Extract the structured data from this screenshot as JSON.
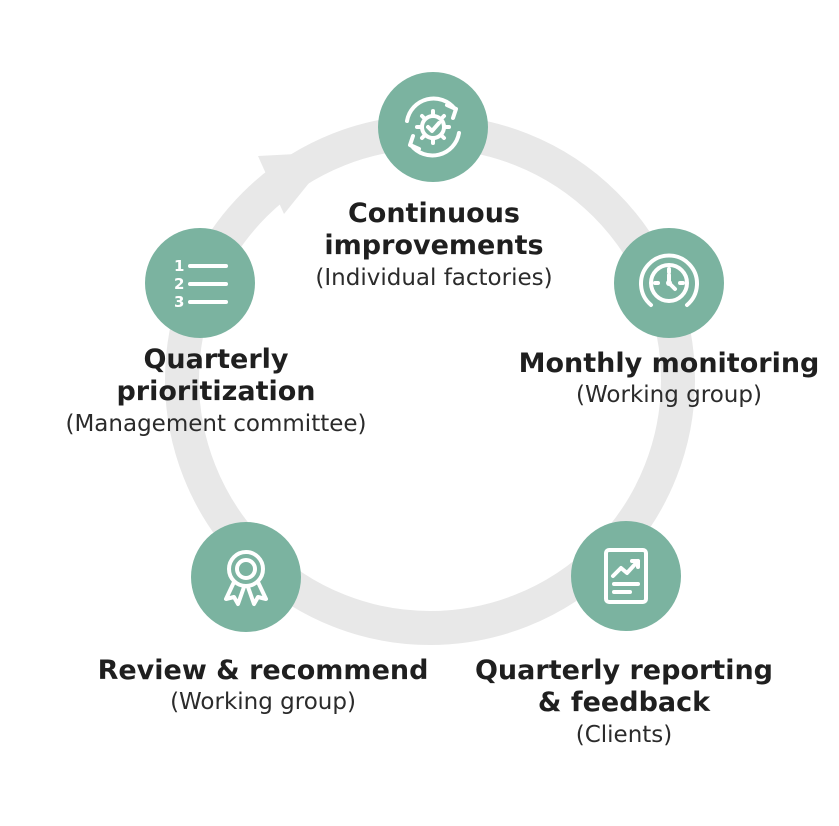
{
  "colors": {
    "ring": "#e8e8e8",
    "node_fill": "#7bb3a0",
    "icon_stroke": "#ffffff",
    "text": "#1f1f1f"
  },
  "steps": [
    {
      "title_lines": [
        "Continuous",
        "improvements"
      ],
      "subtitle": "(Individual factories)",
      "icon": "gear-cycle-icon"
    },
    {
      "title_lines": [
        "Monthly monitoring"
      ],
      "subtitle": "(Working group)",
      "icon": "gauge-icon"
    },
    {
      "title_lines": [
        "Quarterly reporting",
        "& feedback"
      ],
      "subtitle": "(Clients)",
      "icon": "report-chart-icon"
    },
    {
      "title_lines": [
        "Review & recommend"
      ],
      "subtitle": "(Working group)",
      "icon": "award-ribbon-icon"
    },
    {
      "title_lines": [
        "Quarterly",
        "prioritization"
      ],
      "subtitle": "(Management committee)",
      "icon": "numbered-list-icon"
    }
  ],
  "list_icon_numbers": [
    "1",
    "2",
    "3"
  ]
}
